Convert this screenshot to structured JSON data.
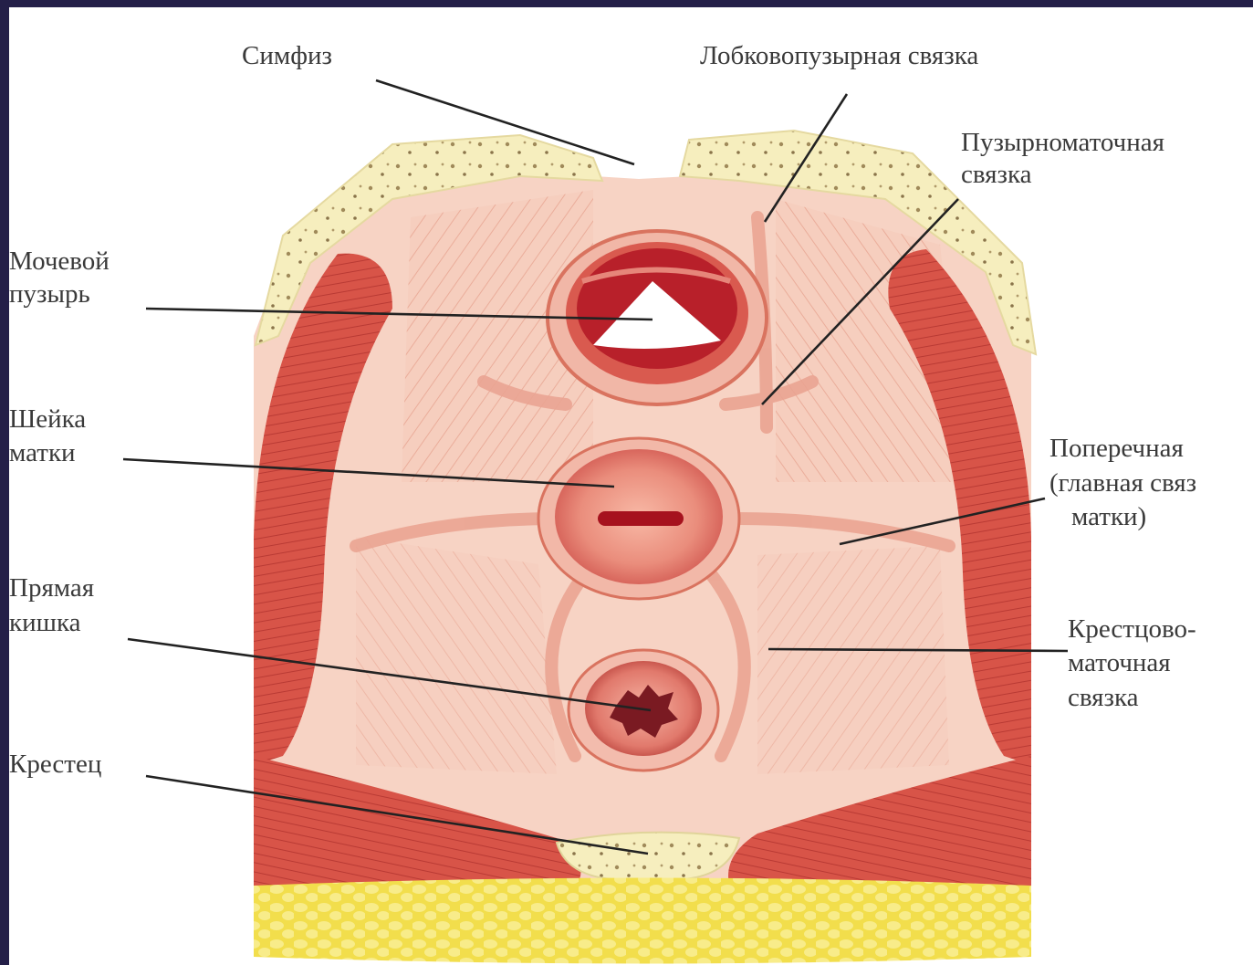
{
  "colors": {
    "background": "#241f48",
    "bone": "#f6eebe",
    "fat": "#f0dc4a",
    "tissue": "#f7d3c4",
    "muscle": "#d9554a",
    "ligament": "#eeb09e",
    "lumen": "#b8202a",
    "leader": "#222222"
  },
  "labels": {
    "symphysis": "Симфиз",
    "pubovesical": "Лобковопузырная связка",
    "vesicouterine_1": "Пузырноматочная",
    "vesicouterine_2": "связка",
    "bladder_1": "Мочевой",
    "bladder_2": "пузырь",
    "cervix_1": "Шейка",
    "cervix_2": "матки",
    "transverse_1": "Поперечная",
    "transverse_2": "(главная связ",
    "transverse_3": "матки)",
    "rectum_1": "Прямая",
    "rectum_2": "кишка",
    "sacrouterine_1": "Крестцово-",
    "sacrouterine_2": "маточная",
    "sacrouterine_3": "связка",
    "sacrum": "Крестец"
  }
}
